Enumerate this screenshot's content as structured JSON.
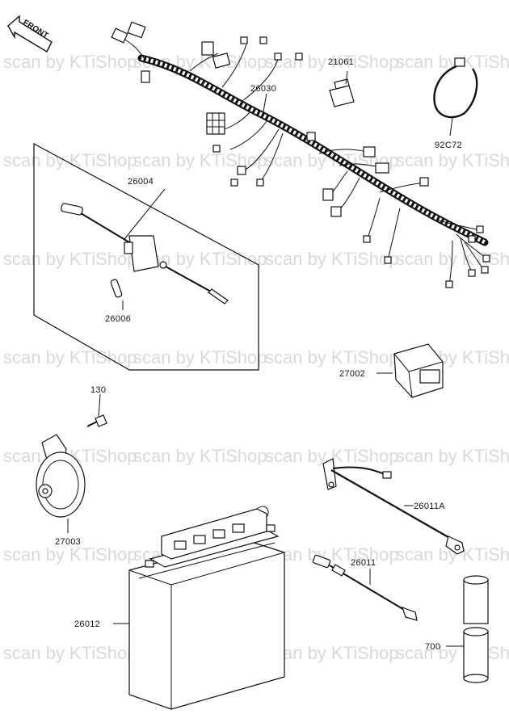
{
  "front_label": "FRONT",
  "watermark": "scan by KTiShop",
  "parts": {
    "p21061": "21061",
    "p26030": "26030",
    "p92c72": "92C72",
    "p26004": "26004",
    "p26006": "26006",
    "p27002": "27002",
    "p130": "130",
    "p27003": "27003",
    "p26011a": "26011A",
    "p26011": "26011",
    "p26012": "26012",
    "p700": "700"
  }
}
